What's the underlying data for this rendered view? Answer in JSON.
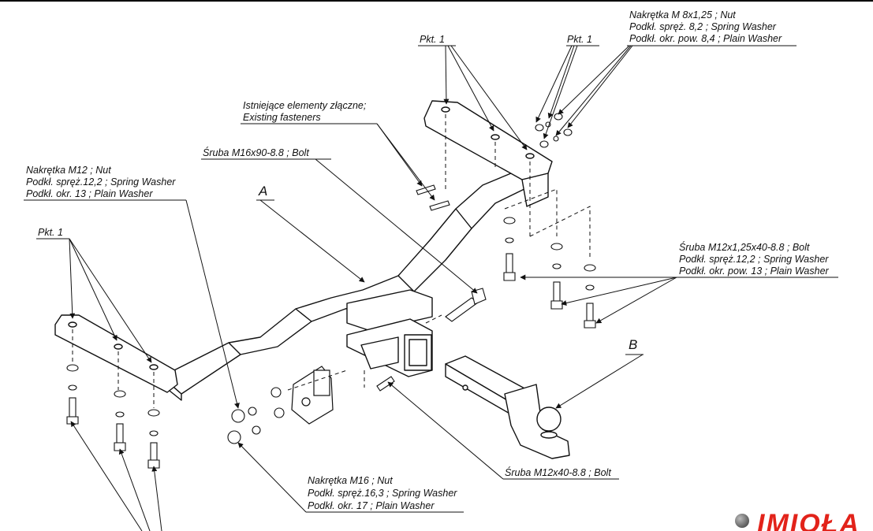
{
  "labels": {
    "pkt1_top_left": "Pkt. 1",
    "pkt1_top_right": "Pkt. 1",
    "pkt1_left": "Pkt. 1",
    "nut_m8_line1": "Nakrętka  M 8x1,25 ; Nut",
    "nut_m8_line2": "Podkł. spręż. 8,2 ; Spring Washer",
    "nut_m8_line3": "Podkł. okr. pow. 8,4 ; Plain Washer",
    "existing_line1": "Istniejące elementy złączne;",
    "existing_line2": "Existing fasteners",
    "bolt_m16": "Śruba M16x90-8.8 ;  Bolt",
    "nut_m12_line1": "Nakrętka  M12 ; Nut",
    "nut_m12_line2": "Podkł. spręż.12,2 ; Spring Washer",
    "nut_m12_line3": "Podkł. okr. 13 ; Plain Washer",
    "letter_a": "A",
    "letter_b": "B",
    "bolt_m12x125_line1": "Śruba M12x1,25x40-8.8 ;  Bolt",
    "bolt_m12x125_line2": "Podkł. spręż.12,2 ; Spring Washer",
    "bolt_m12x125_line3": "Podkł. okr. pow. 13 ; Plain Washer",
    "bolt_m12x40": "Śruba M12x40-8.8 ;  Bolt",
    "nut_m16_line1": "Nakrętka  M16 ; Nut",
    "nut_m16_line2": "Podkł. spręż.16,3 ; Spring Washer",
    "nut_m16_line3": "Podkł. okr. 17 ; Plain Washer"
  },
  "logo": {
    "text": "IMIOŁA",
    "color": "#e2231a"
  }
}
